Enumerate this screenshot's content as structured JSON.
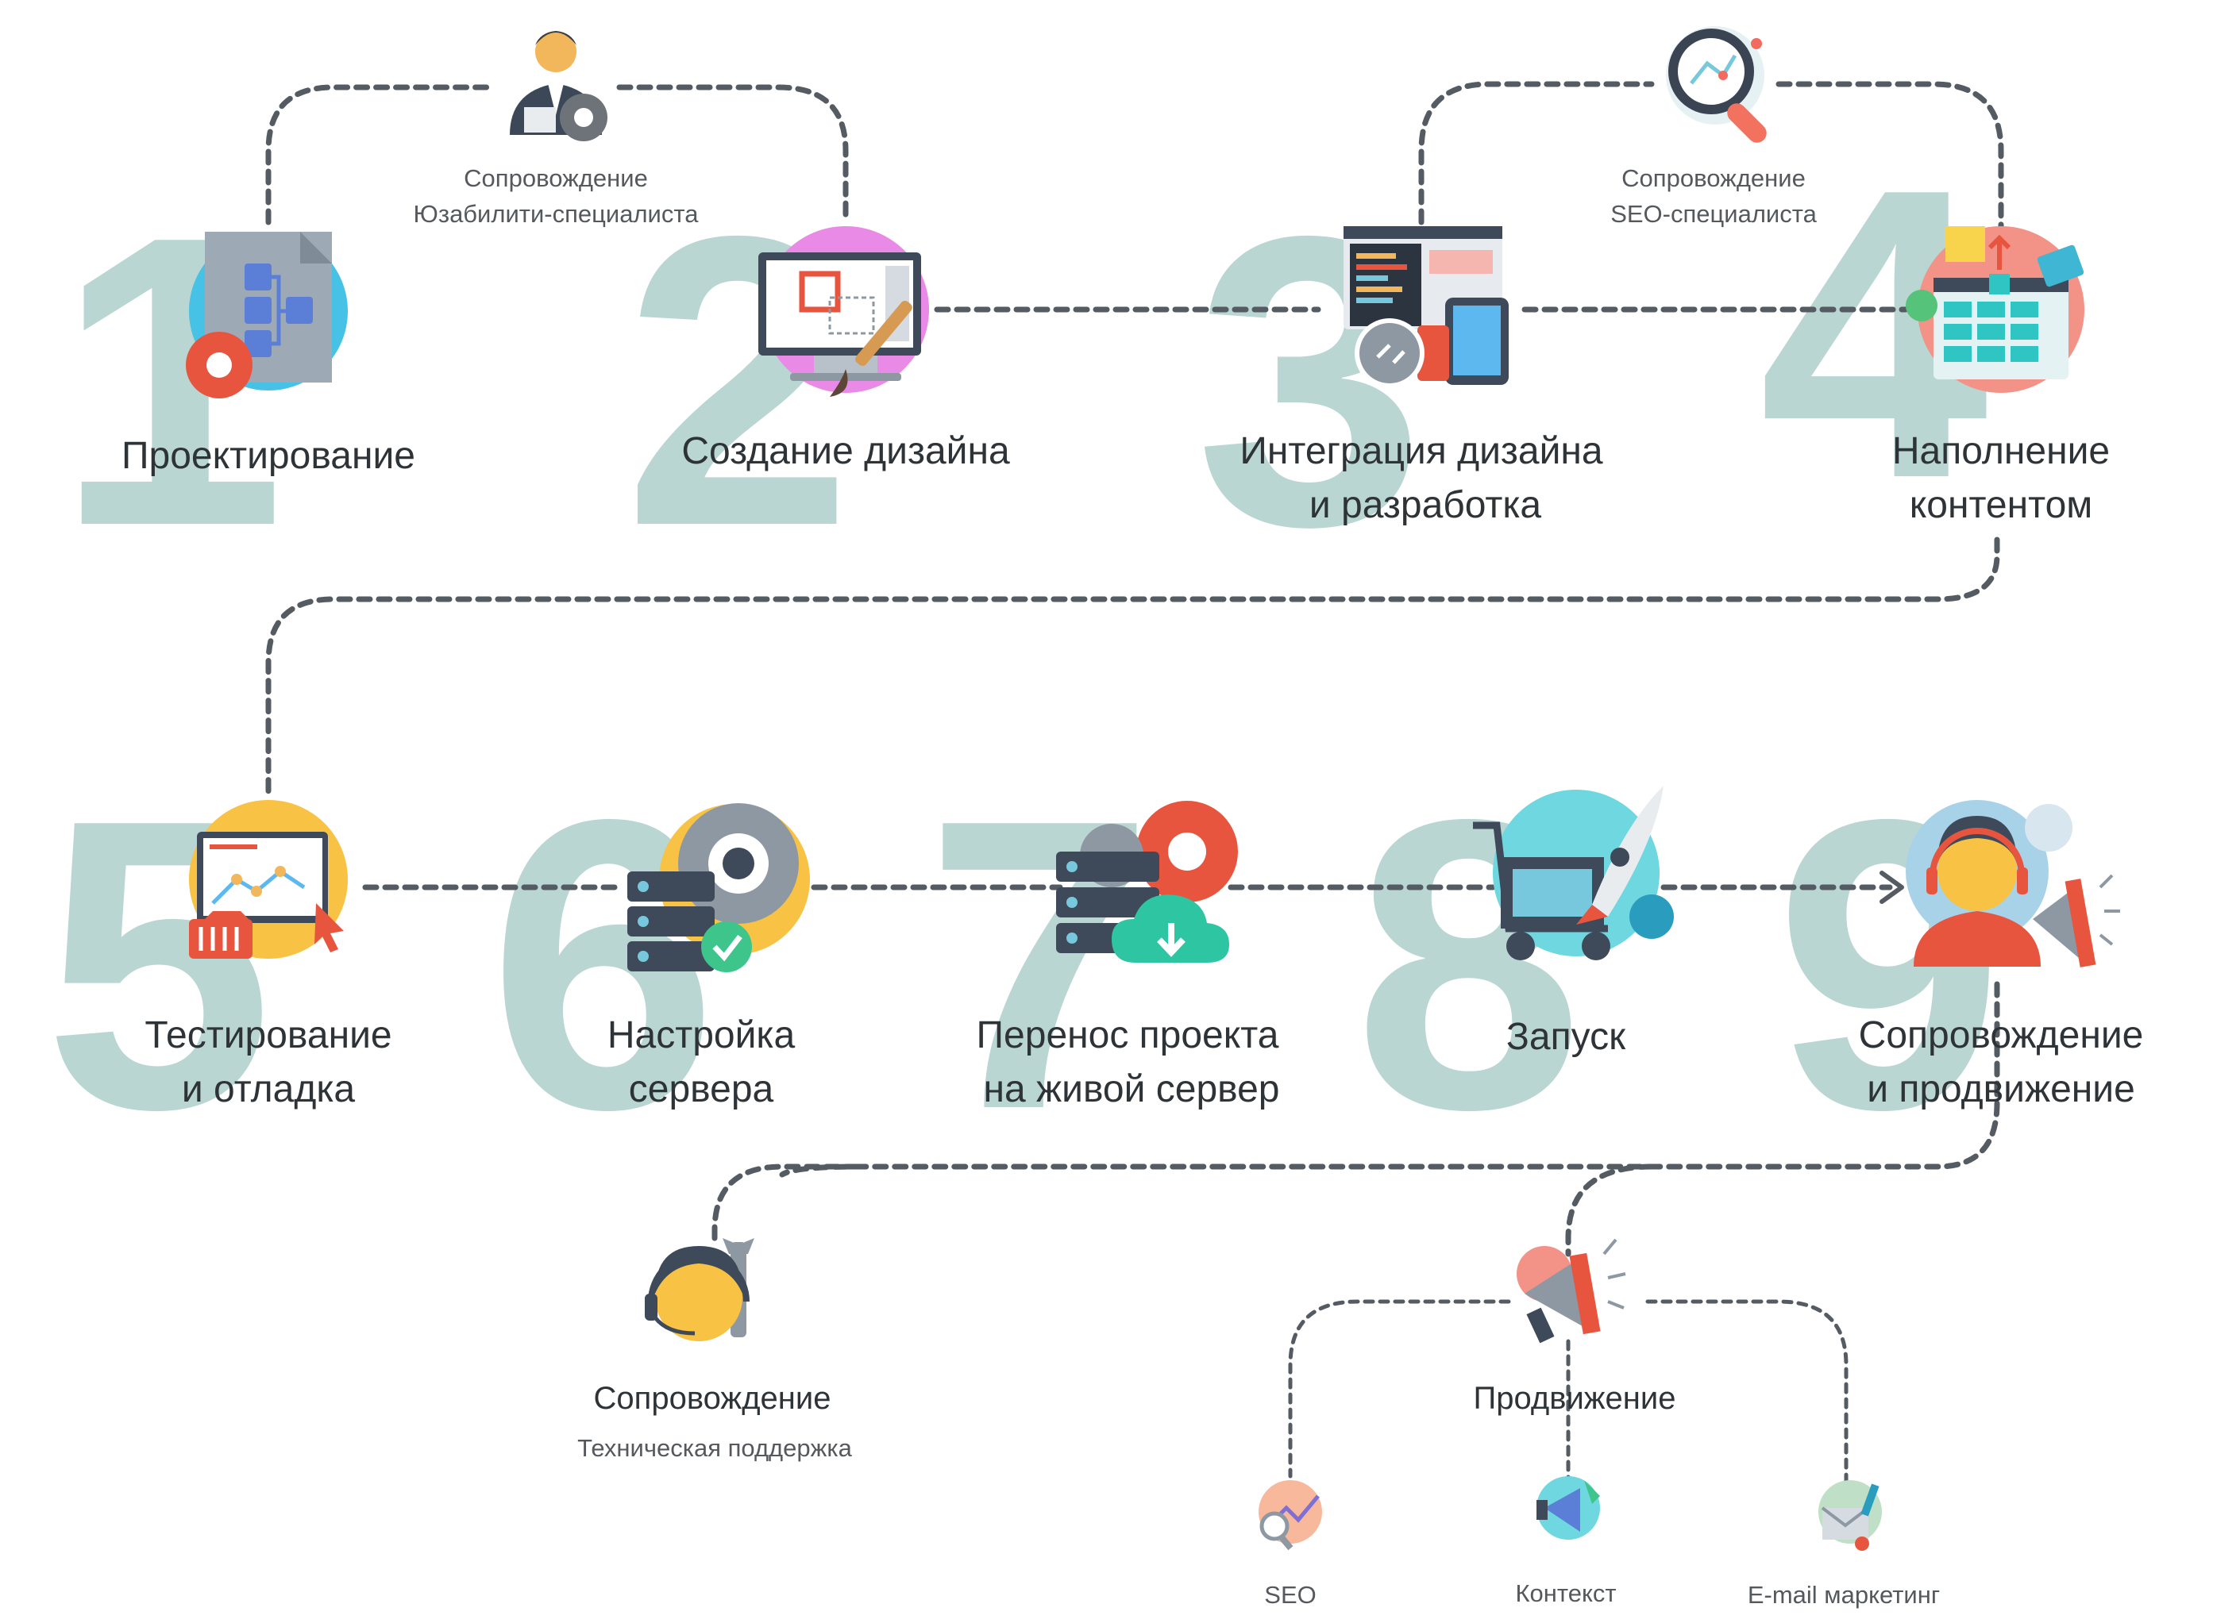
{
  "steps": [
    {
      "number": "1",
      "title_lines": [
        "Проектирование"
      ],
      "icon": "sitemap-gear-icon"
    },
    {
      "number": "2",
      "title_lines": [
        "Создание дизайна"
      ],
      "icon": "monitor-brush-icon"
    },
    {
      "number": "3",
      "title_lines": [
        "Интеграция дизайна",
        "и разработка"
      ],
      "icon": "code-devices-icon"
    },
    {
      "number": "4",
      "title_lines": [
        "Наполнение",
        "контентом"
      ],
      "icon": "content-board-icon"
    },
    {
      "number": "5",
      "title_lines": [
        "Тестирование",
        "и отладка"
      ],
      "icon": "testing-chart-icon"
    },
    {
      "number": "6",
      "title_lines": [
        "Настройка",
        "сервера"
      ],
      "icon": "server-gear-icon"
    },
    {
      "number": "7",
      "title_lines": [
        "Перенос проекта",
        "на живой сервер"
      ],
      "icon": "server-download-icon"
    },
    {
      "number": "8",
      "title_lines": [
        "Запуск"
      ],
      "icon": "cart-rocket-icon"
    },
    {
      "number": "9",
      "title_lines": [
        "Сопровождение",
        "и продвижение"
      ],
      "icon": "operator-megaphone-icon"
    }
  ],
  "specialists": [
    {
      "title": "Сопровождение",
      "subtitle": "Юзабилити-специалиста",
      "icon": "usability-specialist-icon"
    },
    {
      "title": "Сопровождение",
      "subtitle": "SEO-специалиста",
      "icon": "seo-magnifier-icon"
    }
  ],
  "support": {
    "title": "Сопровождение",
    "subtitle": "Техническая поддержка",
    "icon": "support-operator-wrench-icon"
  },
  "promotion": {
    "title": "Продвижение",
    "icon": "promotion-megaphone-icon",
    "channels": [
      {
        "label": "SEO",
        "icon": "seo-chart-icon"
      },
      {
        "label": "Контекст",
        "icon": "context-ads-icon"
      },
      {
        "label": "E-mail маркетинг",
        "icon": "email-marketing-icon"
      }
    ]
  },
  "colors": {
    "numbers": "#b9d6d2",
    "path": "#555b62",
    "text": "#2e3338"
  }
}
